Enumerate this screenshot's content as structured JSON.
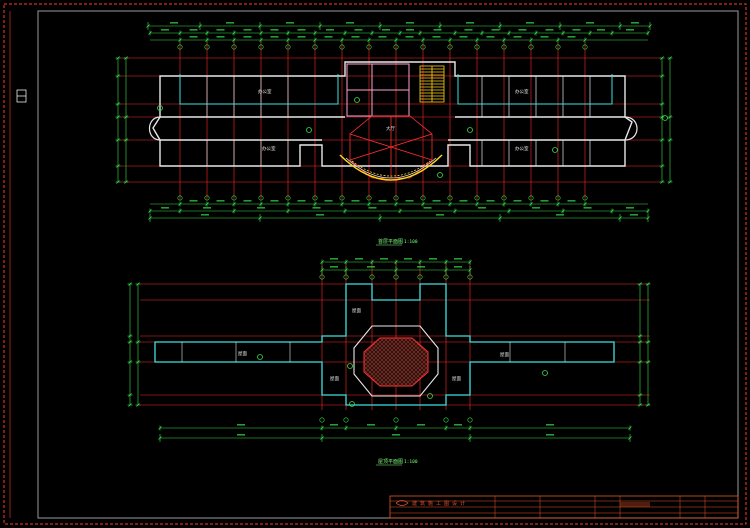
{
  "drawing": {
    "upper_plan_caption": "首层平面图",
    "upper_plan_scale": "1:100",
    "lower_plan_caption": "屋顶平面图",
    "lower_plan_scale": "1:100",
    "upper_room_labels": [
      "办公室",
      "办公室",
      "大厅",
      "办公室",
      "办公室"
    ],
    "lower_room_labels": [
      "屋面",
      "屋面",
      "屋面",
      "屋面",
      "屋面"
    ],
    "title_block_text": "建 筑 施 工 图 设 计"
  },
  "colors": {
    "background": "#000000",
    "border_red": "#ff3b1f",
    "frame": "#9a9a9a",
    "axis": "#ff2a2a",
    "dimension": "#35e04a",
    "wall": "#e8e8e8",
    "roof_outline": "#3fe0e0",
    "stair": "#ffd21e",
    "title_block": "#e4542a",
    "text_green": "#7dff7d"
  }
}
